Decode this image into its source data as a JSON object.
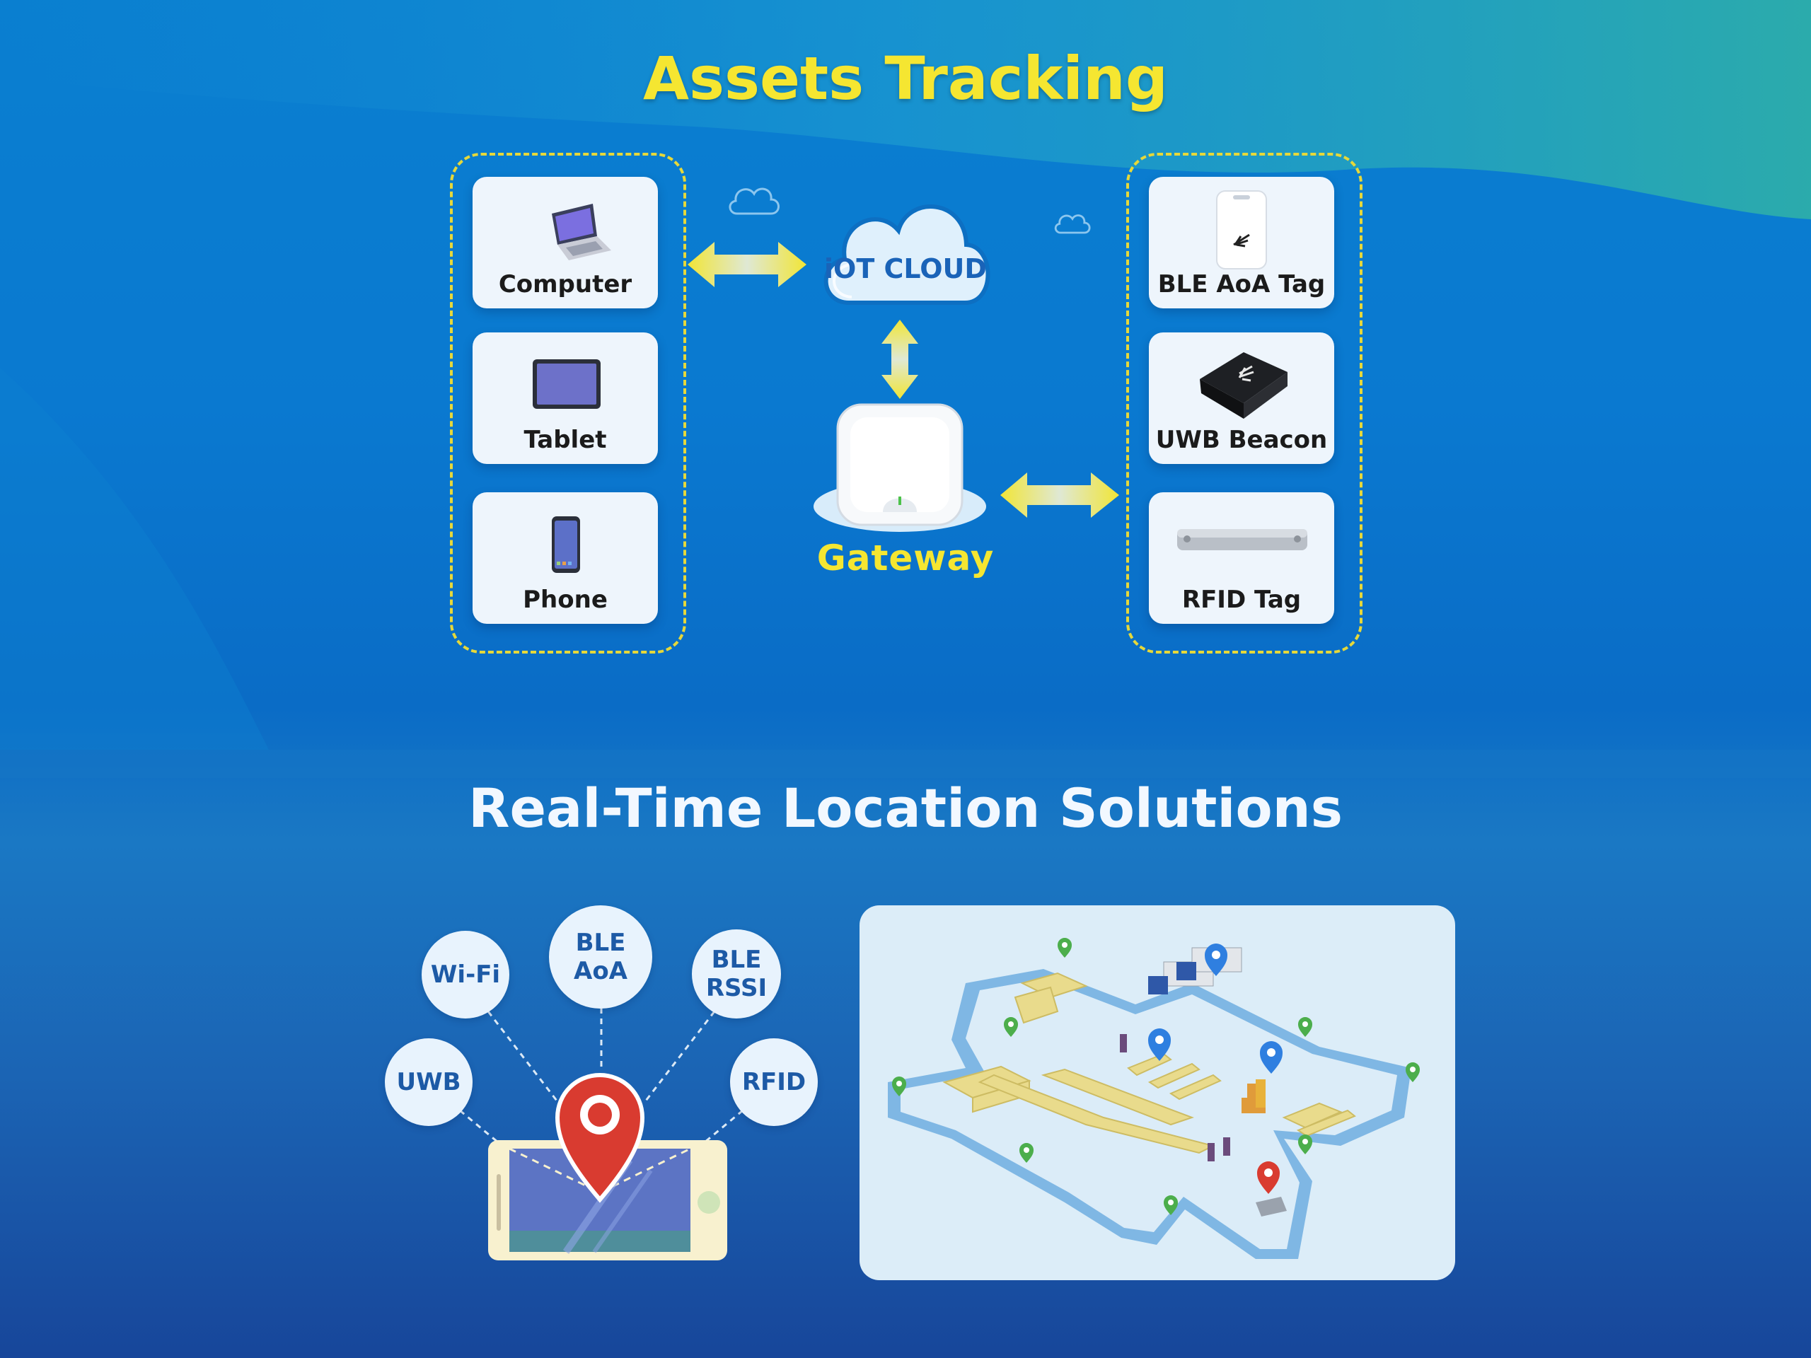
{
  "assets_title": "Assets Tracking",
  "rtls_title": "Real-Time Location Solutions",
  "clients": [
    {
      "label": "Computer",
      "icon": "laptop-icon"
    },
    {
      "label": "Tablet",
      "icon": "tablet-icon"
    },
    {
      "label": "Phone",
      "icon": "phone-icon"
    }
  ],
  "tags": [
    {
      "label": "BLE AoA Tag",
      "icon": "ble-aoa-tag-icon"
    },
    {
      "label": "UWB Beacon",
      "icon": "uwb-beacon-icon"
    },
    {
      "label": "RFID Tag",
      "icon": "rfid-tag-icon"
    }
  ],
  "cloud_label": "iOT CLOUD",
  "gateway_label": "Gateway",
  "technologies": [
    {
      "key": "uwb",
      "label": "UWB"
    },
    {
      "key": "wifi",
      "label": "Wi-Fi"
    },
    {
      "key": "ble-aoa",
      "label": "BLE AoA"
    },
    {
      "key": "ble-rssi",
      "label": "BLE\nRSSI"
    },
    {
      "key": "rfid",
      "label": "RFID"
    }
  ],
  "colors": {
    "accent_yellow": "#f5e631",
    "bg_blue": "#0a79d0",
    "card": "#eef5fc",
    "pin_red": "#d93b30",
    "pin_green": "#4cae4c",
    "pin_blue": "#2f7fe0"
  }
}
